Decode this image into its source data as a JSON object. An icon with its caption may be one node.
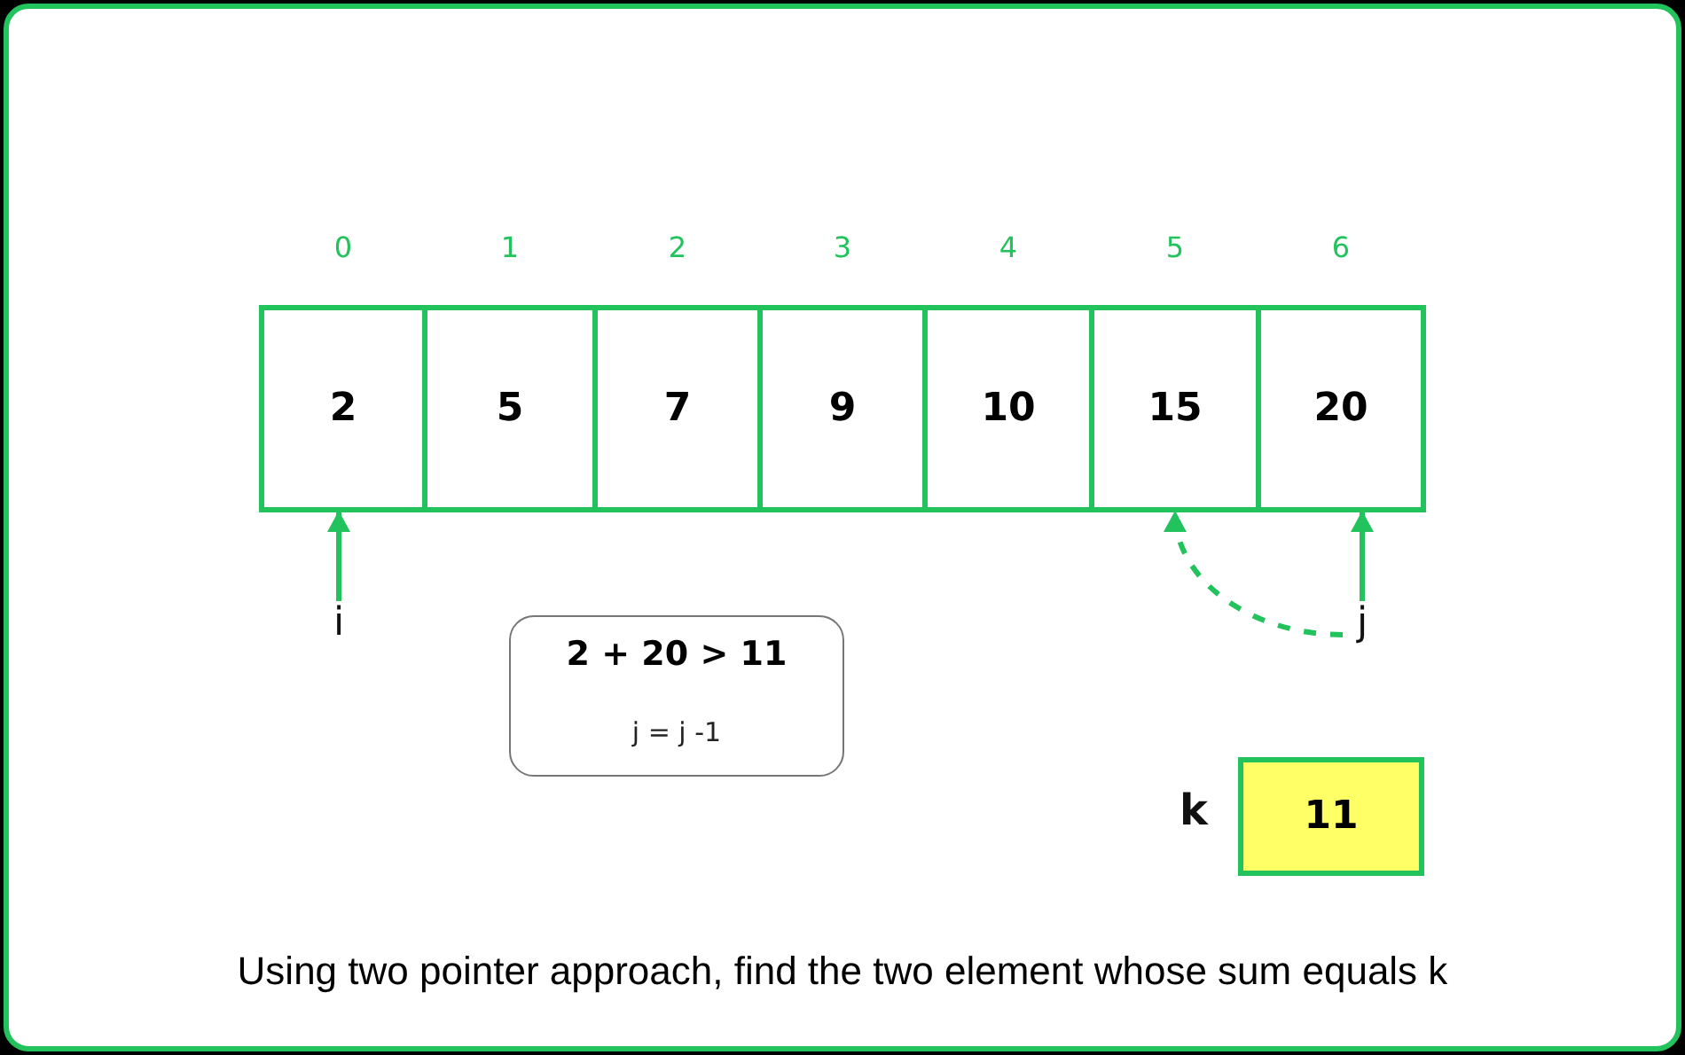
{
  "diagram": {
    "caption": "Using two pointer approach, find the two element whose sum equals k",
    "nodes": [
      {
        "text": [
          "2"
        ],
        "beside": [
          "0"
        ]
      },
      {
        "text": [
          "5"
        ],
        "beside": [
          "1"
        ]
      },
      {
        "text": [
          "7"
        ],
        "beside": [
          "2"
        ]
      },
      {
        "text": [
          "9"
        ],
        "beside": [
          "3"
        ]
      },
      {
        "text": [
          "10"
        ],
        "beside": [
          "4"
        ]
      },
      {
        "text": [
          "15"
        ],
        "beside": [
          "5"
        ]
      },
      {
        "text": [
          "20"
        ],
        "beside": [
          "6"
        ]
      },
      {
        "text": [
          "i"
        ]
      },
      {
        "text": [
          "j"
        ]
      },
      {
        "text": [
          "2 + 20 > 11",
          "j = j -1"
        ]
      },
      {
        "text": [
          "11"
        ],
        "beside": [
          "k"
        ]
      }
    ],
    "edges": [
      {
        "from": 7,
        "to": 0,
        "arrow": "to"
      },
      {
        "from": 8,
        "to": 6,
        "arrow": "to"
      },
      {
        "from": 8,
        "to": 5,
        "arrow": "to",
        "style": "dashed"
      }
    ]
  }
}
